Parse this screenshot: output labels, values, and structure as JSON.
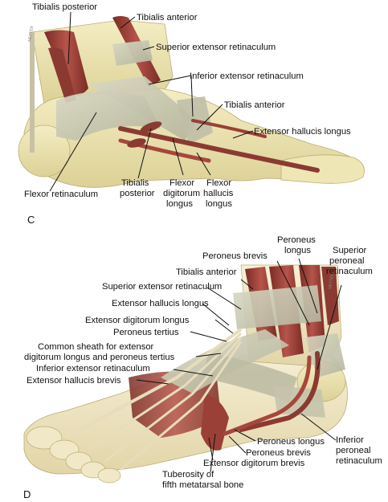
{
  "panel_c": {
    "letter": "C",
    "labels": {
      "tibialis_posterior_top": "Tibialis posterior",
      "tibialis_anterior_top": "Tibialis anterior",
      "superior_extensor_retinaculum": "Superior extensor retinaculum",
      "inferior_extensor_retinaculum": "Inferior extensor retinaculum",
      "tibialis_anterior_mid": "Tibialis anterior",
      "extensor_hallucis_longus": "Extensor hallucis longus",
      "flexor_retinaculum": "Flexor retinaculum",
      "tibialis_posterior_bottom": [
        "Tibialis",
        "posterior"
      ],
      "flexor_digitorum_longus": [
        "Flexor",
        "digitorum",
        "longus"
      ],
      "flexor_hallucis_longus": [
        "Flexor",
        "hallucis",
        "longus"
      ]
    }
  },
  "panel_d": {
    "letter": "D",
    "labels": {
      "peroneus_longus_top": [
        "Peroneus",
        "longus"
      ],
      "superior_peroneal_retinaculum": [
        "Superior",
        "peroneal",
        "retinaculum"
      ],
      "peroneus_brevis_top": "Peroneus brevis",
      "tibialis_anterior": "Tibialis anterior",
      "superior_extensor_retinaculum": "Superior extensor retinaculum",
      "extensor_hallucis_longus": "Extensor hallucis longus",
      "extensor_digitorum_longus": "Extensor digitorum longus",
      "peroneus_tertius": "Peroneus tertius",
      "common_sheath": [
        "Common sheath for extensor",
        "digitorum longus and peroneus tertius"
      ],
      "inferior_extensor_retinaculum": "Inferior extensor retinaculum",
      "extensor_hallucis_brevis": "Extensor hallucis brevis",
      "peroneus_longus_bottom": "Peroneus longus",
      "peroneus_brevis_bottom": "Peroneus brevis",
      "inferior_peroneal_retinaculum": [
        "Inferior",
        "peroneal",
        "retinaculum"
      ],
      "extensor_digitorum_brevis": "Extensor digitorum brevis",
      "tuberosity": [
        "Tuberosity of",
        "fifth metatarsal bone"
      ]
    }
  },
  "colors": {
    "bone": "#efe8b8",
    "bone_shadow": "#d4c98a",
    "muscle": "#a8463c",
    "muscle_dark": "#6e2a24",
    "retinaculum": "#c9c9b4",
    "tendon": "#e6dcc0",
    "skin": "#f3ead0"
  }
}
